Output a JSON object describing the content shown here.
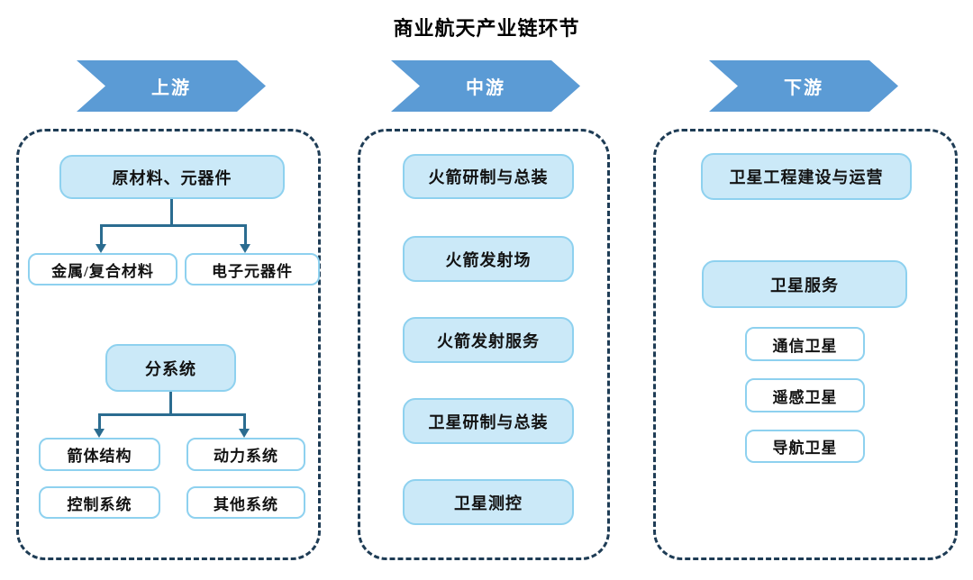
{
  "title": "商业航天产业链环节",
  "colors": {
    "arrow_blue": "#5b9bd5",
    "box_fill_light": "#cbe9f8",
    "box_border_light_blue": "#8ed1ef",
    "connector_dark_blue": "#2b6c90",
    "container_dashed_border": "#1e3c55",
    "text": "#121212"
  },
  "columns": [
    {
      "header": "上游",
      "nodes": [
        {
          "label": "原材料、元器件",
          "style": "light"
        },
        {
          "label": "金属/复合材料",
          "style": "white"
        },
        {
          "label": "电子元器件",
          "style": "white"
        },
        {
          "label": "分系统",
          "style": "light"
        },
        {
          "label": "箭体结构",
          "style": "white"
        },
        {
          "label": "动力系统",
          "style": "white"
        },
        {
          "label": "控制系统",
          "style": "white"
        },
        {
          "label": "其他系统",
          "style": "white"
        }
      ]
    },
    {
      "header": "中游",
      "nodes": [
        {
          "label": "火箭研制与总装",
          "style": "light"
        },
        {
          "label": "火箭发射场",
          "style": "light"
        },
        {
          "label": "火箭发射服务",
          "style": "light"
        },
        {
          "label": "卫星研制与总装",
          "style": "light"
        },
        {
          "label": "卫星测控",
          "style": "light"
        }
      ]
    },
    {
      "header": "下游",
      "nodes": [
        {
          "label": "卫星工程建设与运营",
          "style": "light"
        },
        {
          "label": "卫星服务",
          "style": "light"
        },
        {
          "label": "通信卫星",
          "style": "white"
        },
        {
          "label": "遥感卫星",
          "style": "white"
        },
        {
          "label": "导航卫星",
          "style": "white"
        }
      ]
    }
  ]
}
